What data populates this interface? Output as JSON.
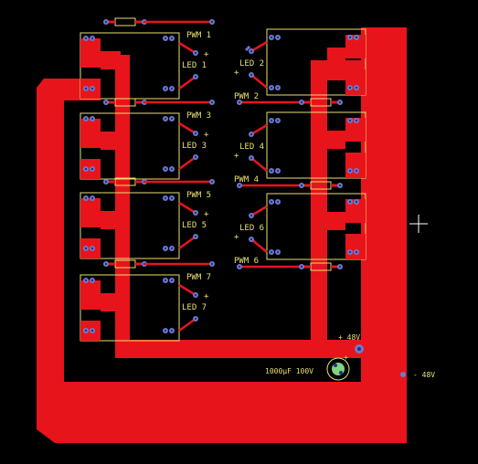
{
  "board": {
    "colors": {
      "background": "#000000",
      "copper": "#e8141c",
      "silkscreen": "#e8e070",
      "pad": "#6a7bd0",
      "pad_hole": "#2a2f80",
      "capacitor": "#7fd47f",
      "cursor": "#ffffff"
    },
    "left_channels": [
      {
        "pwm_label": "PWM 1",
        "led_label": "LED 1",
        "plus": "+"
      },
      {
        "pwm_label": "PWM 3",
        "led_label": "LED 3",
        "plus": "+"
      },
      {
        "pwm_label": "PWM 5",
        "led_label": "LED 5",
        "plus": "+"
      },
      {
        "pwm_label": "PWM 7",
        "led_label": "LED 7",
        "plus": "+"
      }
    ],
    "right_channels": [
      {
        "pwm_label": "PWM 2",
        "led_label": "LED 2",
        "plus": "+"
      },
      {
        "pwm_label": "PWM 4",
        "led_label": "LED 4",
        "plus": "+"
      },
      {
        "pwm_label": "PWM 6",
        "led_label": "LED 6",
        "plus": "+"
      }
    ],
    "power_plus_label": "+ 48V",
    "power_minus_label": "- 48V",
    "capacitor_label": "1000µF 100V",
    "capacitor_plus": "+"
  }
}
